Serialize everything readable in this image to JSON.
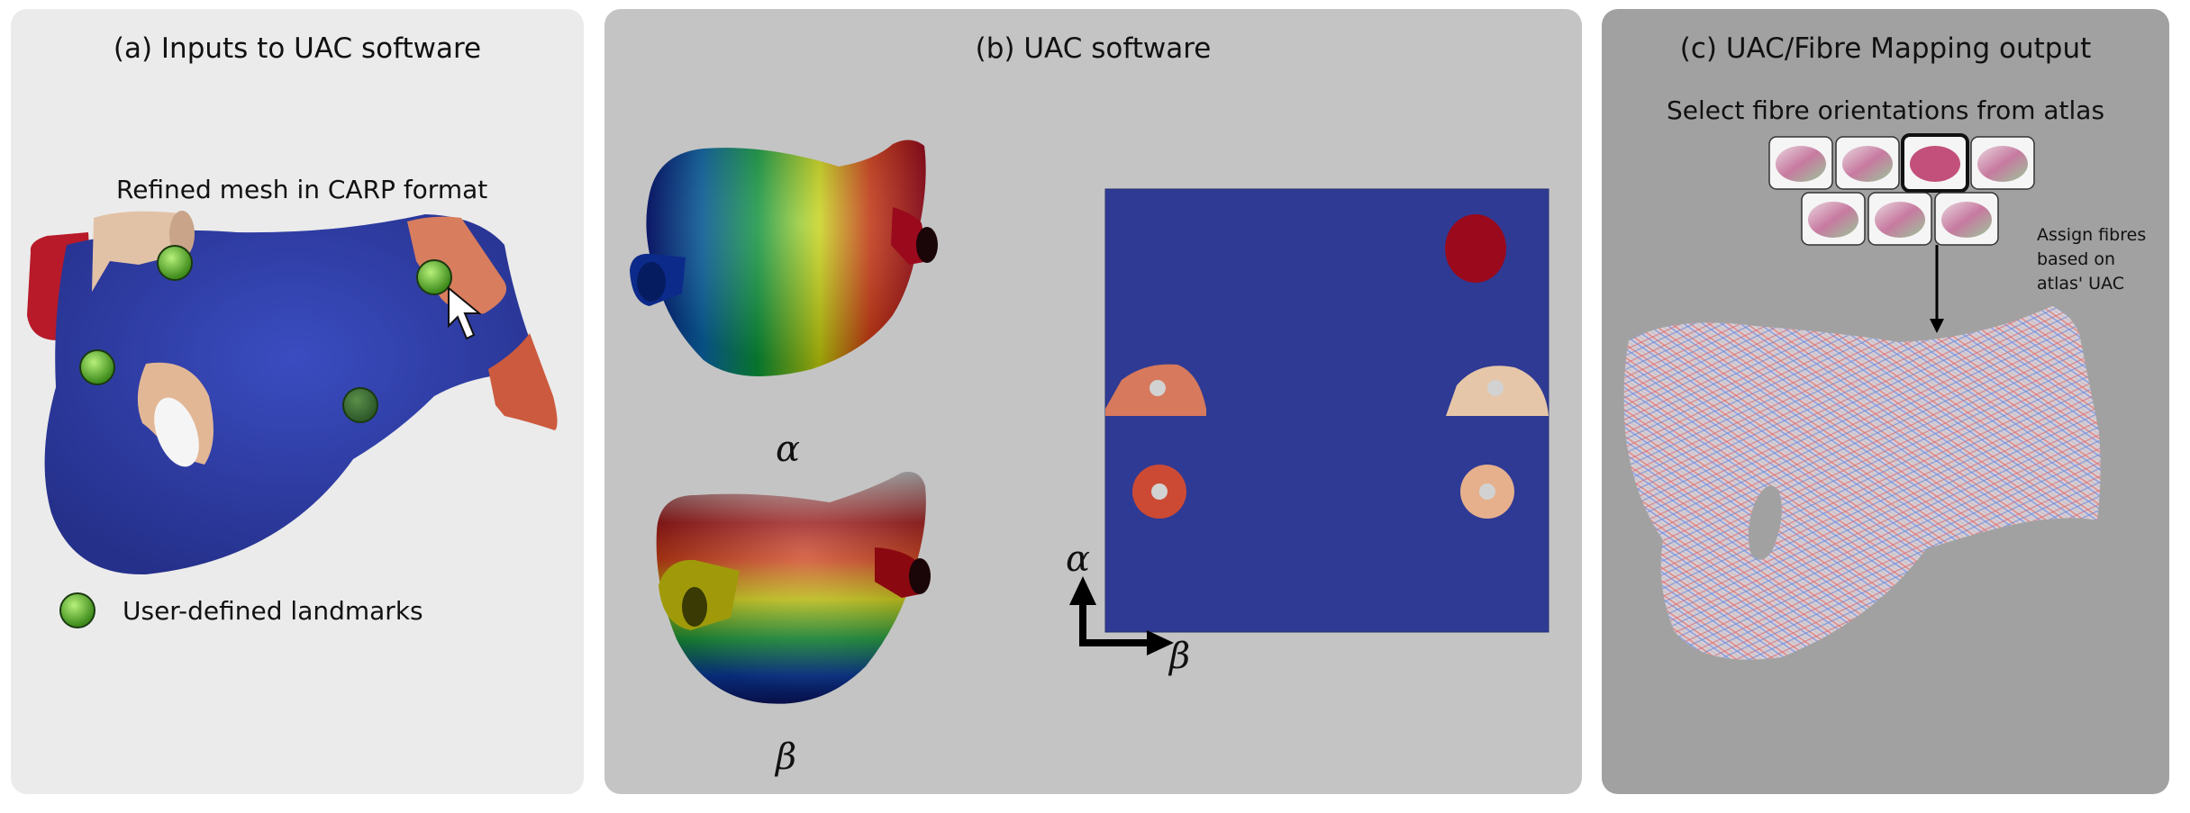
{
  "panels": {
    "a": {
      "title": "(a) Inputs to UAC software",
      "mesh_label": "Refined mesh in CARP format",
      "legend_label": "User-defined landmarks"
    },
    "b": {
      "title": "(b) UAC software",
      "alpha_label": "α",
      "beta_label": "β",
      "axis_alpha": "α",
      "axis_beta": "β"
    },
    "c": {
      "title": "(c) UAC/Fibre Mapping output",
      "atlas_label": "Select fibre orientations from atlas",
      "assign_note": "Assign fibres based on atlas' UAC"
    }
  },
  "colors": {
    "mesh_body": "#2f3fa8",
    "vein_red": "#b81a2a",
    "vein_tan": "#e2c2a6",
    "vein_orange": "#d66e4e",
    "landmark": "#6cc23a",
    "uac_square": "#2f3a94"
  }
}
